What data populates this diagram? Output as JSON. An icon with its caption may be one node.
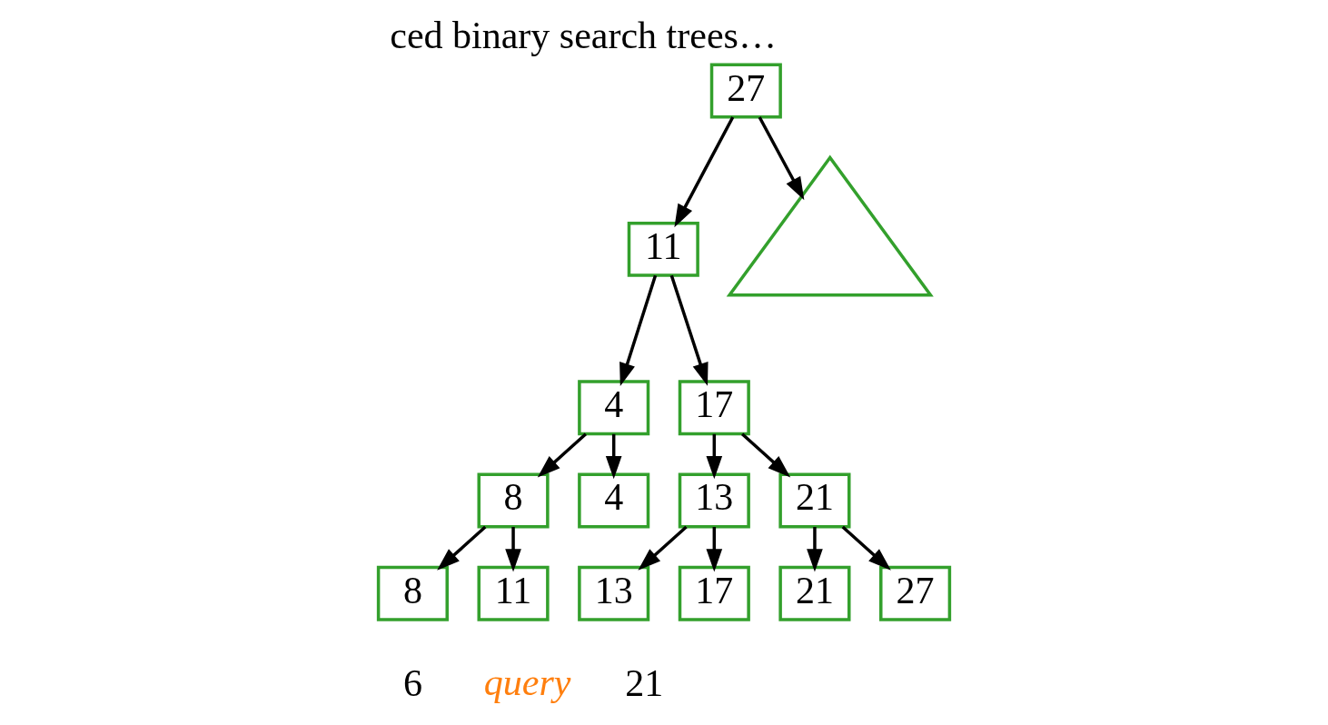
{
  "diagram": {
    "title": "ced binary search trees…",
    "nodes": [
      {
        "text": [
          "27"
        ]
      },
      {
        "text": [
          "11"
        ]
      },
      {
        "text": [
          "4"
        ]
      },
      {
        "text": [
          "17"
        ]
      },
      {
        "text": [
          "8"
        ]
      },
      {
        "text": [
          "13"
        ]
      },
      {
        "text": [
          "21"
        ]
      },
      {
        "text": [
          "4"
        ]
      },
      {
        "text": [
          "8"
        ]
      },
      {
        "text": [
          "11"
        ]
      },
      {
        "text": [
          "13"
        ]
      },
      {
        "text": [
          "17"
        ]
      },
      {
        "text": [
          "21"
        ]
      },
      {
        "text": [
          "27"
        ]
      },
      {
        "text": [],
        "shape": "triangle"
      }
    ],
    "edges": [
      {
        "from": 0,
        "to": 1,
        "arrow": "to"
      },
      {
        "from": 0,
        "to": 14,
        "arrow": "to"
      },
      {
        "from": 1,
        "to": 2,
        "arrow": "to"
      },
      {
        "from": 1,
        "to": 3,
        "arrow": "to"
      },
      {
        "from": 2,
        "to": 7,
        "arrow": "to"
      },
      {
        "from": 2,
        "to": 4,
        "arrow": "to"
      },
      {
        "from": 3,
        "to": 5,
        "arrow": "to"
      },
      {
        "from": 3,
        "to": 6,
        "arrow": "to"
      },
      {
        "from": 4,
        "to": 8,
        "arrow": "to"
      },
      {
        "from": 4,
        "to": 9,
        "arrow": "to"
      },
      {
        "from": 5,
        "to": 10,
        "arrow": "to"
      },
      {
        "from": 5,
        "to": 11,
        "arrow": "to"
      },
      {
        "from": 6,
        "to": 12,
        "arrow": "to"
      },
      {
        "from": 6,
        "to": 13,
        "arrow": "to"
      }
    ],
    "labels": [
      "6",
      "query",
      "21"
    ]
  }
}
